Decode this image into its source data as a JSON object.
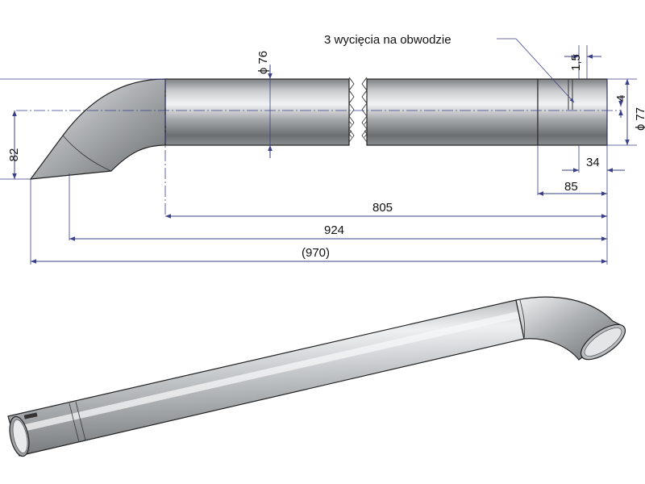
{
  "colors": {
    "dimension": "#3a3f8a",
    "pipe_light": "#e8e9ea",
    "pipe_dark": "#6f7275",
    "outline": "#222222"
  },
  "annotations": {
    "note": "3 wycięcia na obwodzie",
    "diameter_main": "76",
    "diameter_end": "77",
    "diameter_symbol": "ϕ"
  },
  "dimensions": {
    "slot_width": "1,5",
    "slot_depth": "4",
    "end_34": "34",
    "end_85": "85",
    "len_805": "805",
    "len_924": "924",
    "len_total": "(970)",
    "height_82": "82"
  }
}
